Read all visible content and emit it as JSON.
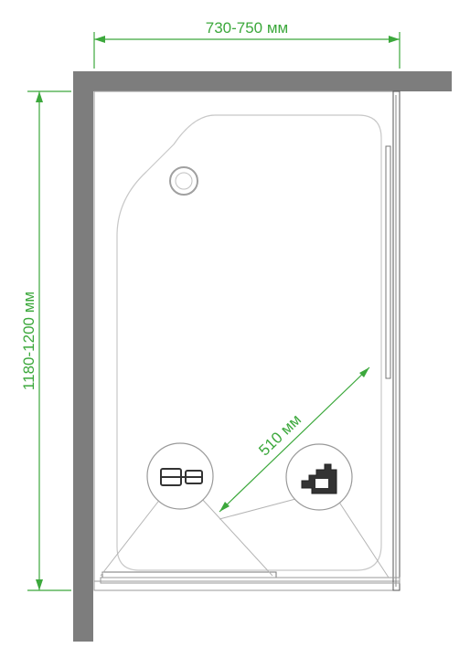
{
  "dimensions": {
    "width_label": "730-750 мм",
    "height_label": "1180-1200 мм",
    "door_label": "510 мм"
  },
  "colors": {
    "wall": "#7d7d7d",
    "dimension": "#3ca83c",
    "outline": "#9a9a9a"
  }
}
